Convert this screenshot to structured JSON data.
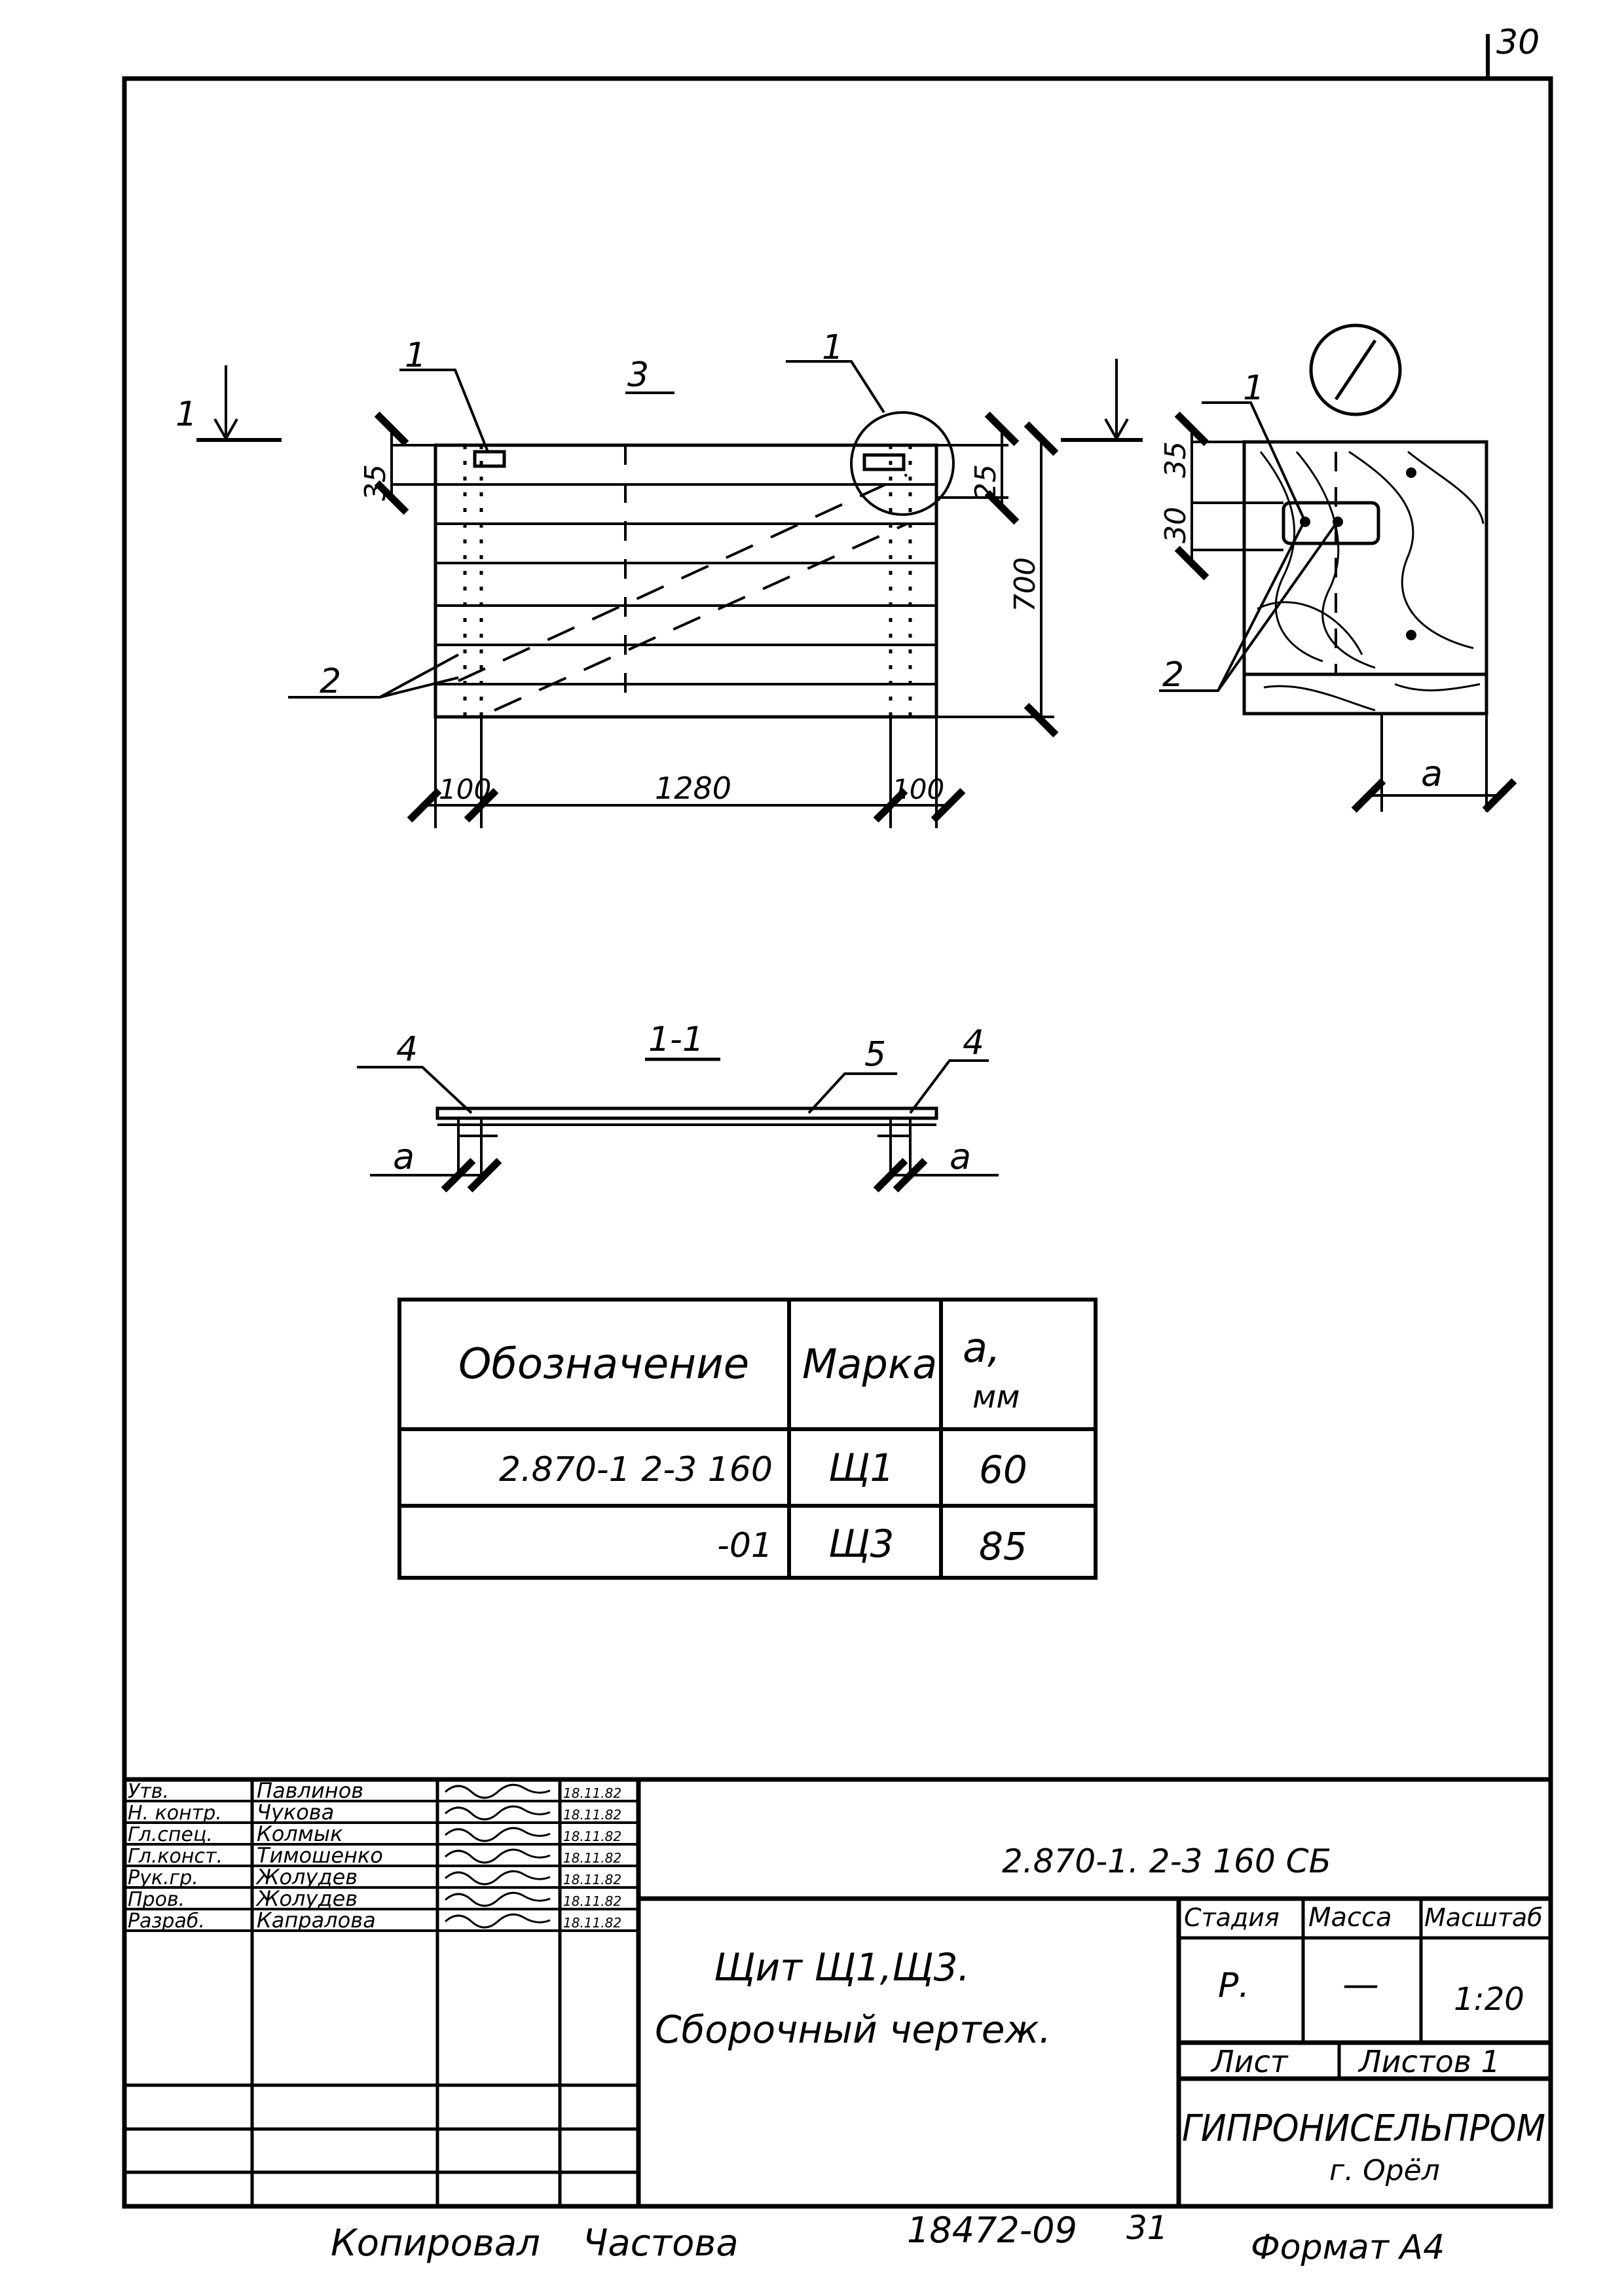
{
  "sheet_number": "30",
  "plan_view": {
    "callouts": {
      "board": "1",
      "plank": "2",
      "batten": "3"
    },
    "section_mark": "1",
    "detail_mark": "1",
    "dims": {
      "edge_left": "35",
      "edge_right": "25",
      "height": "700",
      "left": "100",
      "middle": "1280",
      "right": "100"
    }
  },
  "detail_view": {
    "callouts": {
      "board": "1",
      "plank": "2"
    },
    "dims": {
      "top": "35",
      "slot": "30",
      "offset": "a"
    }
  },
  "section_view": {
    "title": "1-1",
    "callouts": {
      "left": "4",
      "center": "5",
      "right": "4"
    },
    "dims": {
      "left": "a",
      "right": "a"
    }
  },
  "spec_table": {
    "headers": [
      "Обозначение",
      "Марка",
      "а,\nмм"
    ],
    "rows": [
      [
        "2.870-1 2-3 160",
        "Щ1",
        "60"
      ],
      [
        "-01",
        "Щ3",
        "85"
      ]
    ]
  },
  "title_block": {
    "signatures": [
      {
        "role": "Утв.",
        "name": "Павлинов",
        "date": "18.11.82"
      },
      {
        "role": "Н. контр.",
        "name": "Чукова",
        "date": "18.11.82"
      },
      {
        "role": "Гл.спец.",
        "name": "Колмык",
        "date": "18.11.82"
      },
      {
        "role": "Гл.конст.",
        "name": "Тимошенко",
        "date": "18.11.82"
      },
      {
        "role": "Рук.гр.",
        "name": "Жолудев",
        "date": "18.11.82"
      },
      {
        "role": "Пров.",
        "name": "Жолудев",
        "date": "18.11.82"
      },
      {
        "role": "Разраб.",
        "name": "Капралова",
        "date": "18.11.82"
      }
    ],
    "designation": "2.870-1. 2-3 160 СБ",
    "title_line1": "Щит Щ1,Щ3.",
    "title_line2": "Сборочный чертеж.",
    "stage_header": "Стадия",
    "mass_header": "Масса",
    "scale_header": "Масштаб",
    "stage": "Р.",
    "mass": "—",
    "scale": "1:20",
    "sheet_label": "Лист",
    "sheets_label": "Листов 1",
    "org": "ГИПРОНИСЕЛЬПРОМ",
    "city": "г. Орёл"
  },
  "footer": {
    "copied_label": "Копировал",
    "copied_by": "Частова",
    "code": "18472-09",
    "page": "31",
    "format": "Формат А4"
  }
}
